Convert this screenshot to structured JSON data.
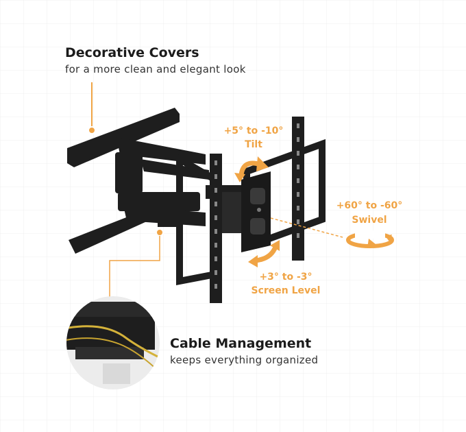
{
  "features": {
    "covers": {
      "title": "Decorative Covers",
      "subtitle": "for a more clean and elegant look"
    },
    "cable": {
      "title": "Cable Management",
      "subtitle": "keeps everything organized"
    }
  },
  "motions": {
    "tilt": {
      "range": "+5° to -10°",
      "label": "Tilt"
    },
    "swivel": {
      "range": "+60° to -60°",
      "label": "Swivel"
    },
    "level": {
      "range": "+3° to -3°",
      "label": "Screen Level"
    }
  },
  "colors": {
    "accent": "#f0a445",
    "metal": "#1c1c1c",
    "grid": "#eeeeee"
  },
  "icons": [
    "tilt-arrow-icon",
    "swivel-arrow-icon",
    "level-arrow-icon",
    "callout-dot-icon"
  ]
}
